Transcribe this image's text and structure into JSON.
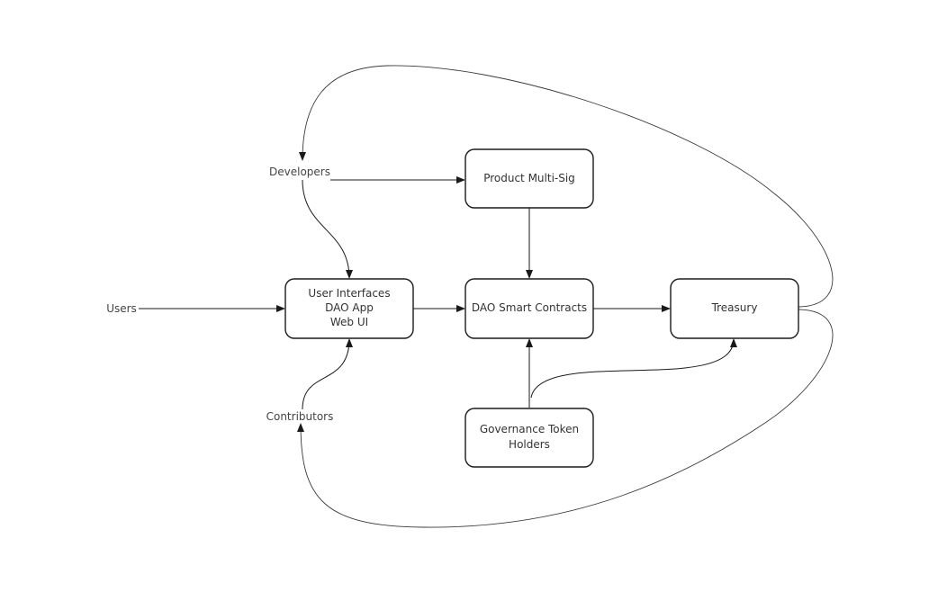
{
  "nodes": {
    "product_multisig": "Product Multi-Sig",
    "ui_line1": "User Interfaces",
    "ui_line2": "DAO App",
    "ui_line3": "Web UI",
    "dao_contracts": "DAO Smart Contracts",
    "treasury": "Treasury",
    "gov_line1": "Governance Token",
    "gov_line2": "Holders"
  },
  "actors": {
    "developers": "Developers",
    "users": "Users",
    "contributors": "Contributors"
  }
}
